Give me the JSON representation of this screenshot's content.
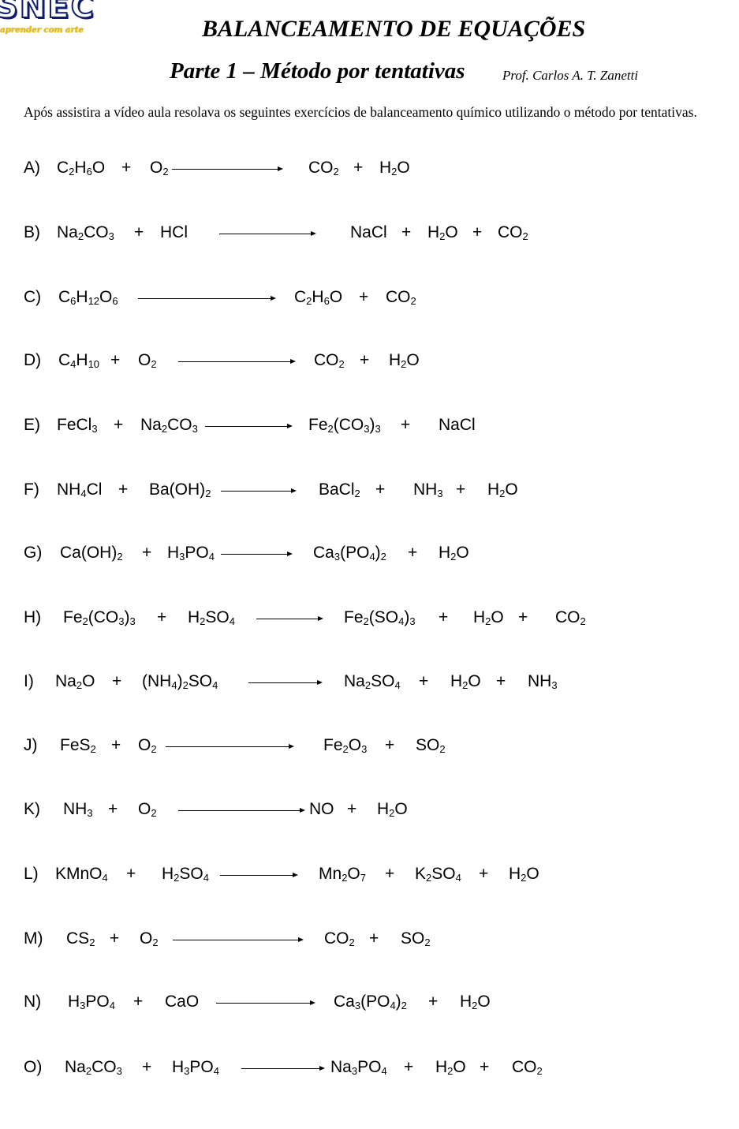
{
  "header": {
    "logo_letters": "SNEC",
    "logo_tagline": "aprender com arte",
    "title": "BALANCEAMENTO DE EQUAÇÕES",
    "subtitle": "Parte 1 – Método por tentativas",
    "author": "Prof. Carlos A. T. Zanetti"
  },
  "intro": "Após assistira a vídeo aula resolava os seguintes exercícios de balanceamento químico utilizando o método por tentativas.",
  "exercises": [
    {
      "letter": "A)",
      "reactants": [
        "C2H6O",
        "+",
        "O2"
      ],
      "products": [
        "CO2",
        "+",
        "H2O"
      ]
    },
    {
      "letter": "B)",
      "reactants": [
        "Na2CO3",
        "+",
        "HCl"
      ],
      "products": [
        "NaCl",
        "+",
        "H2O",
        "+",
        "CO2"
      ]
    },
    {
      "letter": "C)",
      "reactants": [
        "C6H12O6"
      ],
      "products": [
        "C2H6O",
        "+",
        "CO2"
      ]
    },
    {
      "letter": "D)",
      "reactants": [
        "C4H10",
        "+",
        "O2"
      ],
      "products": [
        "CO2",
        "+",
        "H2O"
      ]
    },
    {
      "letter": "E)",
      "reactants": [
        "FeCl3",
        "+",
        "Na2CO3"
      ],
      "products": [
        "Fe2(CO3)3",
        "+",
        "NaCl"
      ]
    },
    {
      "letter": "F)",
      "reactants": [
        "NH4Cl",
        "+",
        "Ba(OH)2"
      ],
      "products": [
        "BaCl2",
        "+",
        "NH3",
        "+",
        "H2O"
      ]
    },
    {
      "letter": "G)",
      "reactants": [
        "Ca(OH)2",
        "+",
        "H3PO4"
      ],
      "products": [
        "Ca3(PO4)2",
        "+",
        "H2O"
      ]
    },
    {
      "letter": "H)",
      "reactants": [
        "Fe2(CO3)3",
        "+",
        "H2SO4"
      ],
      "products": [
        "Fe2(SO4)3",
        "+",
        "H2O",
        "+",
        "CO2"
      ]
    },
    {
      "letter": "I)",
      "reactants": [
        "Na2O",
        "+",
        "(NH4)2SO4"
      ],
      "products": [
        "Na2SO4",
        "+",
        "H2O",
        "+",
        "NH3"
      ]
    },
    {
      "letter": "J)",
      "reactants": [
        "FeS2",
        "+",
        "O2"
      ],
      "products": [
        "Fe2O3",
        "+",
        "SO2"
      ]
    },
    {
      "letter": "K)",
      "reactants": [
        "NH3",
        "+",
        "O2"
      ],
      "products": [
        "NO",
        "+",
        "H2O"
      ]
    },
    {
      "letter": "L)",
      "reactants": [
        "KMnO4",
        "+",
        "H2SO4"
      ],
      "products": [
        "Mn2O7",
        "+",
        "K2SO4",
        "+",
        "H2O"
      ]
    },
    {
      "letter": "M)",
      "reactants": [
        "CS2",
        "+",
        "O2"
      ],
      "products": [
        "CO2",
        "+",
        "SO2"
      ]
    },
    {
      "letter": "N)",
      "reactants": [
        "H3PO4",
        "+",
        "CaO"
      ],
      "products": [
        "Ca3(PO4)2",
        "+",
        "H2O"
      ]
    },
    {
      "letter": "O)",
      "reactants": [
        "Na2CO3",
        "+",
        "H3PO4"
      ],
      "products": [
        "Na3PO4",
        "+",
        "H2O",
        "+",
        "CO2"
      ]
    }
  ]
}
